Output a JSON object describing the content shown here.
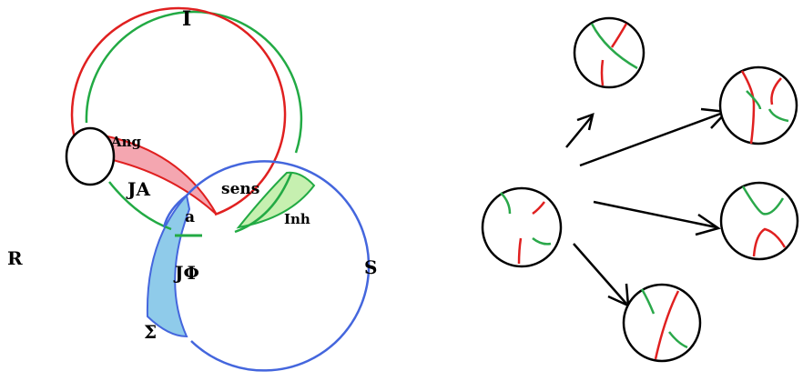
{
  "venn": {
    "labels": {
      "top_circle": "I",
      "left_circle": "R",
      "right_circle": "S",
      "small_circle_region": "Ang",
      "intersection_ir": "JA",
      "intersection_is": "sens",
      "inhibition_region": "Inh",
      "center_region": "a",
      "intersection_rs": "JΦ",
      "sigma_region": "Σ"
    },
    "colors": {
      "top_circle": "#22aa44",
      "left_circle": "#e02020",
      "right_circle": "#4466dd",
      "small_circle": "#000000",
      "ang_fill": "#f4a6b0",
      "inh_fill": "#c6f0b0",
      "sigma_fill": "#8fcbea"
    }
  },
  "state_graph": {
    "source_node": "center-state",
    "target_nodes": [
      "top-state",
      "right-top-state",
      "right-bottom-state",
      "bottom-state"
    ],
    "colors": {
      "green_strand": "#2aa84a",
      "red_strand": "#e02020",
      "arrow": "#000000"
    }
  }
}
